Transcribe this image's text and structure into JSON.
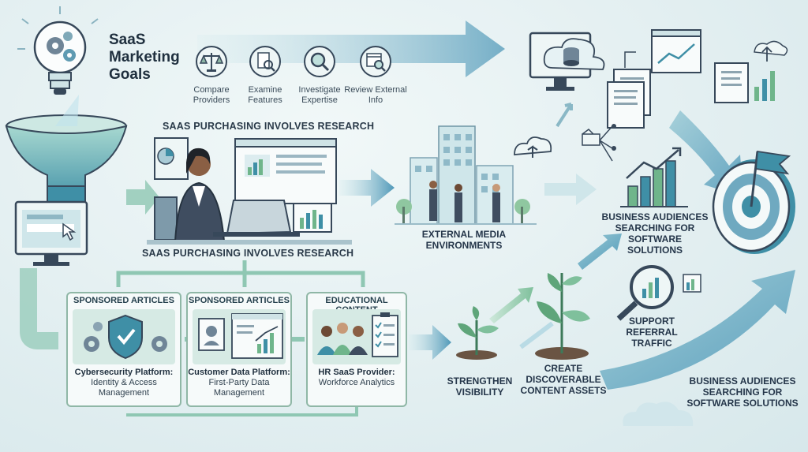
{
  "title": "SaaS Marketing Goals",
  "research_steps": [
    {
      "label": "Compare Providers",
      "icon": "scales-icon"
    },
    {
      "label": "Examine Features",
      "icon": "document-search-icon"
    },
    {
      "label": "Investigate Expertise",
      "icon": "magnifier-icon"
    },
    {
      "label": "Review External Info",
      "icon": "browser-search-icon"
    }
  ],
  "research_heading_top": "SAAS PURCHASING INVOLVES RESEARCH",
  "research_heading_bottom": "SAAS PURCHASING INVOLVES RESEARCH",
  "external_media": "EXTERNAL MEDIA ENVIRONMENTS",
  "audience_top": "BUSINESS AUDIENCES SEARCHING FOR SOFTWARE SOLUTIONS",
  "audience_bottom": "BUSINESS AUDIENCES SEARCHING FOR SOFTWARE SOLUTIONS",
  "cards": [
    {
      "heading": "SPONSORED ARTICLES",
      "company": "Cybersecurity Platform:",
      "detail": "Identity & Access Management",
      "icon": "shield-gears-icon"
    },
    {
      "heading": "SPONSORED ARTICLES",
      "company": "Customer Data Platform:",
      "detail": "First-Party Data Management",
      "icon": "profile-chart-icon"
    },
    {
      "heading": "EDUCATIONAL CONTENT",
      "company": "HR SaaS Provider:",
      "detail": "Workforce Analytics",
      "icon": "team-checklist-icon"
    }
  ],
  "outcomes": [
    {
      "label": "STRENGTHEN VISIBILITY",
      "icon": "sprout-icon"
    },
    {
      "label": "CREATE DISCOVERABLE CONTENT ASSETS",
      "icon": "plant-icon"
    },
    {
      "label": "SUPPORT REFERRAL TRAFFIC",
      "icon": "magnifier-chart-icon"
    }
  ],
  "colors": {
    "teal": "#3f8fa6",
    "green": "#6fb58b",
    "navy": "#253747",
    "arrow": "#6aa8c0"
  }
}
